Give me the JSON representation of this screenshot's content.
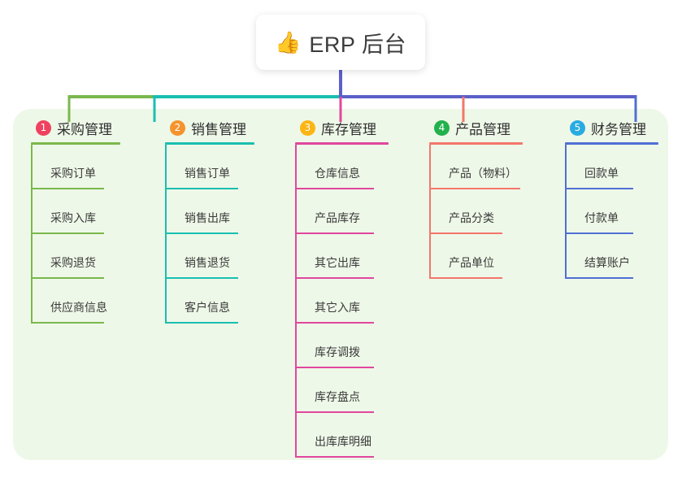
{
  "diagram": {
    "type": "mind-map",
    "root": {
      "icon": "thumbs-up-icon",
      "emoji": "👍",
      "title": "ERP 后台"
    },
    "panel_color": "#eef8e8",
    "branches": [
      {
        "number": "1",
        "title": "采购管理",
        "badge_color": "#ef4260",
        "line_color": "#7ab84d",
        "items": [
          "采购订单",
          "采购入库",
          "采购退货",
          "供应商信息"
        ]
      },
      {
        "number": "2",
        "title": "销售管理",
        "badge_color": "#f5932f",
        "line_color": "#19bfb0",
        "items": [
          "销售订单",
          "销售出库",
          "销售退货",
          "客户信息"
        ]
      },
      {
        "number": "3",
        "title": "库存管理",
        "badge_color": "#fcb514",
        "line_color": "#e0479e",
        "items": [
          "仓库信息",
          "产品库存",
          "其它出库",
          "其它入库",
          "库存调拨",
          "库存盘点",
          "出库库明细"
        ]
      },
      {
        "number": "4",
        "title": "产品管理",
        "badge_color": "#22b14c",
        "line_color": "#f4766b",
        "items": [
          "产品（物料）",
          "产品分类",
          "产品单位"
        ]
      },
      {
        "number": "5",
        "title": "财务管理",
        "badge_color": "#29abe2",
        "line_color": "#4f6fd4",
        "items": [
          "回款单",
          "付款单",
          "结算账户"
        ]
      }
    ],
    "connector_colors": {
      "trunk": "#5b5fc7",
      "segment_left": "#7ab84d",
      "segment_mid": "#19bfb0",
      "segment_right": "#5b5fc7",
      "drop_1": "#7ab84d",
      "drop_2": "#19bfb0",
      "drop_3": "#e0479e",
      "drop_4": "#f4766b",
      "drop_5": "#4f6fd4"
    }
  }
}
